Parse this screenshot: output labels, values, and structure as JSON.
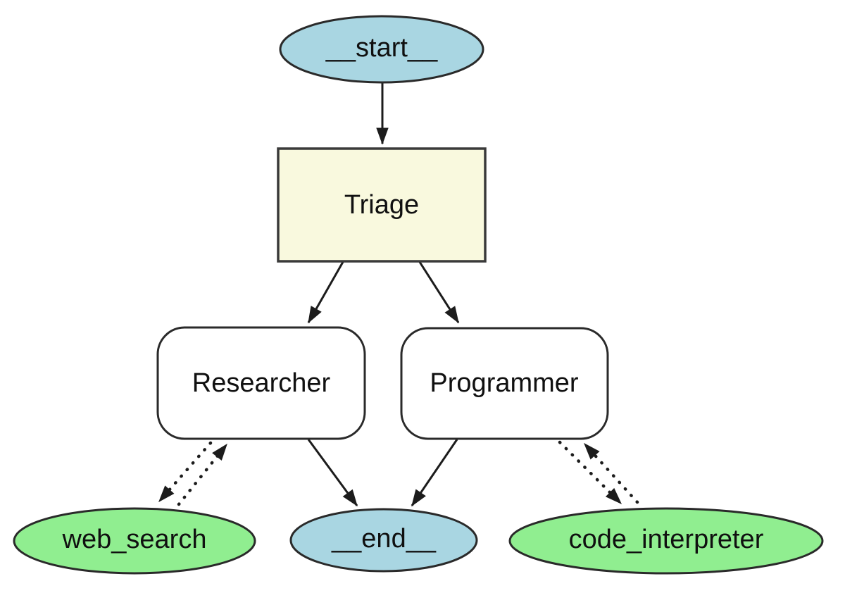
{
  "diagram": {
    "kind": "agent-workflow-graph",
    "nodes": [
      {
        "id": "__start__",
        "label": "__start__",
        "shape": "ellipse",
        "fill": "#a9d6e2"
      },
      {
        "id": "Triage",
        "label": "Triage",
        "shape": "rectangle",
        "fill": "#f9f9de"
      },
      {
        "id": "Researcher",
        "label": "Researcher",
        "shape": "rounded-rectangle",
        "fill": "#ffffff"
      },
      {
        "id": "Programmer",
        "label": "Programmer",
        "shape": "rounded-rectangle",
        "fill": "#ffffff"
      },
      {
        "id": "web_search",
        "label": "web_search",
        "shape": "ellipse",
        "fill": "#90ee90"
      },
      {
        "id": "__end__",
        "label": "__end__",
        "shape": "ellipse",
        "fill": "#a9d6e2"
      },
      {
        "id": "code_interpreter",
        "label": "code_interpreter",
        "shape": "ellipse",
        "fill": "#90ee90"
      }
    ],
    "edges": [
      {
        "from": "__start__",
        "to": "Triage",
        "style": "solid"
      },
      {
        "from": "Triage",
        "to": "Researcher",
        "style": "solid"
      },
      {
        "from": "Triage",
        "to": "Programmer",
        "style": "solid"
      },
      {
        "from": "Researcher",
        "to": "__end__",
        "style": "solid"
      },
      {
        "from": "Programmer",
        "to": "__end__",
        "style": "solid"
      },
      {
        "from": "Researcher",
        "to": "web_search",
        "style": "dotted"
      },
      {
        "from": "web_search",
        "to": "Researcher",
        "style": "dotted"
      },
      {
        "from": "Programmer",
        "to": "code_interpreter",
        "style": "dotted"
      },
      {
        "from": "code_interpreter",
        "to": "Programmer",
        "style": "dotted"
      }
    ],
    "colors": {
      "background": "#ffffff",
      "node_border": "#2a2a2a",
      "edge": "#1c1c1c",
      "text": "#101010",
      "start_end_fill": "#a9d6e2",
      "tool_fill": "#90ee90",
      "triage_fill": "#f9f9de"
    }
  }
}
